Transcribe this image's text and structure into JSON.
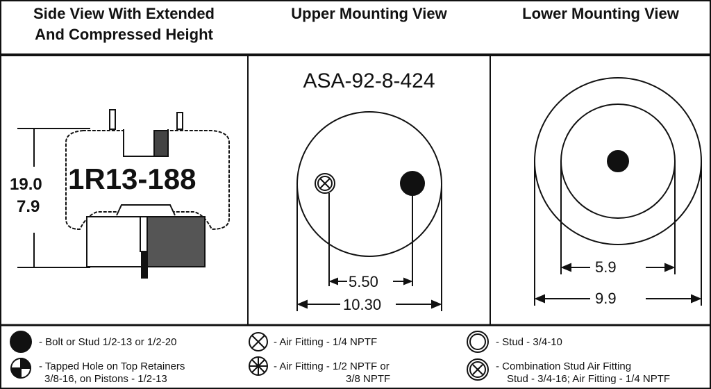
{
  "headers": {
    "side": "Side View With Extended\nAnd Compressed Height",
    "upper": "Upper Mounting View",
    "lower": "Lower Mounting View"
  },
  "side": {
    "model": "1R13-188",
    "extended": "19.0",
    "compressed": "7.9"
  },
  "upper": {
    "part": "ASA-92-8-424",
    "dim_inner": "5.50",
    "dim_outer": "10.30"
  },
  "lower": {
    "dim_inner": "5.9",
    "dim_outer": "9.9"
  },
  "legend": [
    {
      "icon": "solid-circle",
      "text": "- Bolt or Stud 1/2-13 or 1/2-20"
    },
    {
      "icon": "quartered-circle",
      "text": "- Tapped Hole on Top Retainers",
      "text2": "3/8-16, on Pistons - 1/2-13"
    },
    {
      "icon": "x-circle",
      "text": "- Air Fitting - 1/4 NPTF"
    },
    {
      "icon": "spoked-circle",
      "text": "- Air Fitting - 1/2 NPTF or",
      "text2": "3/8 NPTF"
    },
    {
      "icon": "double-circle",
      "text": "- Stud - 3/4-10"
    },
    {
      "icon": "double-x-circle",
      "text": "- Combination Stud Air Fitting",
      "text2": "Stud - 3/4-16; Air Fitting - 1/4 NPTF"
    }
  ]
}
